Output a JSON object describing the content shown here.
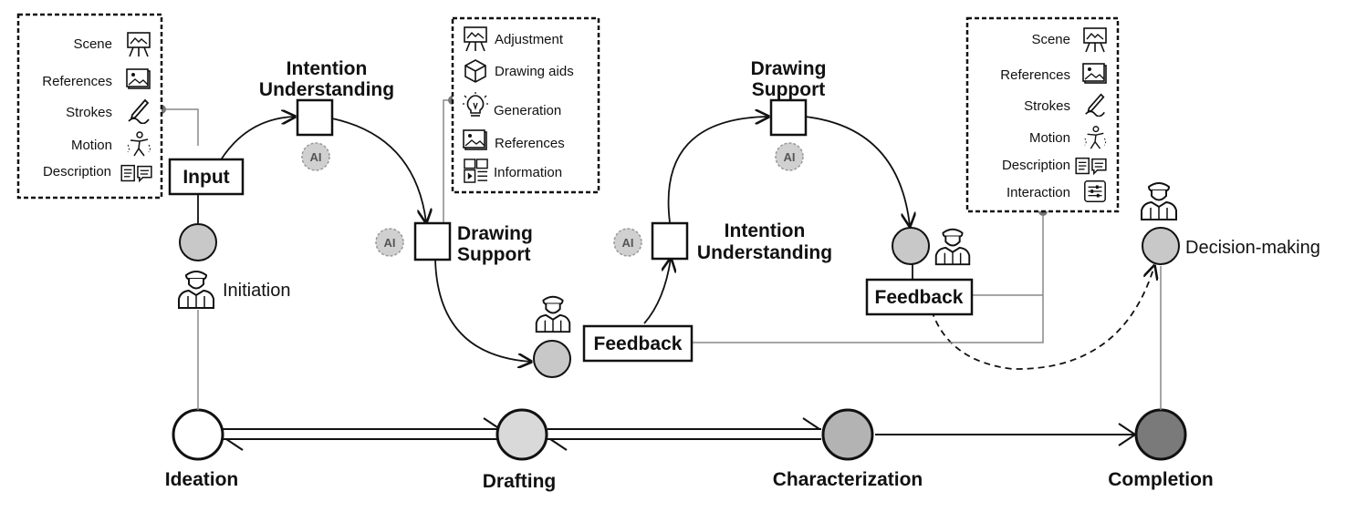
{
  "stages": [
    {
      "label": "Ideation",
      "fill": "#ffffff"
    },
    {
      "label": "Drafting",
      "fill": "#d9d9d9"
    },
    {
      "label": "Characterization",
      "fill": "#b3b3b3"
    },
    {
      "label": "Completion",
      "fill": "#7a7a7a"
    }
  ],
  "flow": {
    "initiation": "Initiation",
    "input": "Input",
    "intention1": [
      "Intention",
      "Understanding"
    ],
    "drawing1": [
      "Drawing",
      "Support"
    ],
    "feedback1": "Feedback",
    "intention2": [
      "Intention",
      "Understanding"
    ],
    "drawing2": [
      "Drawing",
      "Support"
    ],
    "feedback2": "Feedback",
    "decision": "Decision-making",
    "ai": "AI"
  },
  "input_panel": {
    "items": [
      {
        "label": "Scene",
        "icon": "easel-icon"
      },
      {
        "label": "References",
        "icon": "image-icon"
      },
      {
        "label": "Strokes",
        "icon": "pen-stroke-icon"
      },
      {
        "label": "Motion",
        "icon": "figure-motion-icon"
      },
      {
        "label": "Description",
        "icon": "document-chat-icon"
      }
    ]
  },
  "support_panel": {
    "items": [
      {
        "label": "Adjustment",
        "icon": "easel-icon"
      },
      {
        "label": "Drawing aids",
        "icon": "cube-icon"
      },
      {
        "label": "Generation",
        "icon": "lightbulb-icon"
      },
      {
        "label": "References",
        "icon": "image-icon"
      },
      {
        "label": "Information",
        "icon": "info-grid-icon"
      }
    ]
  },
  "feedback_panel": {
    "items": [
      {
        "label": "Scene",
        "icon": "easel-icon"
      },
      {
        "label": "References",
        "icon": "image-icon"
      },
      {
        "label": "Strokes",
        "icon": "pen-stroke-icon"
      },
      {
        "label": "Motion",
        "icon": "figure-motion-icon"
      },
      {
        "label": "Description",
        "icon": "document-chat-icon"
      },
      {
        "label": "Interaction",
        "icon": "sliders-icon"
      }
    ]
  },
  "colors": {
    "node_gray": "#c8c8c8",
    "ai_badge": "#d0d0d0",
    "connector": "#888888"
  }
}
